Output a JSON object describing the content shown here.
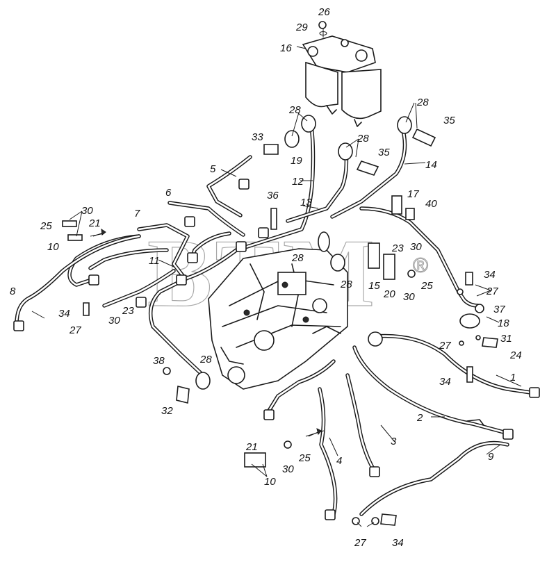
{
  "diagram": {
    "watermark": "BTM",
    "registered_mark": "®",
    "callouts": {
      "c26": "26",
      "c29": "29",
      "c16": "16",
      "c28a": "28",
      "c28b": "28",
      "c28c": "28",
      "c28d": "28",
      "c28e": "28",
      "c28f": "28",
      "c35a": "35",
      "c35b": "35",
      "c33": "33",
      "c19": "19",
      "c5": "5",
      "c12": "12",
      "c14": "14",
      "c6": "6",
      "c36": "36",
      "c13": "13",
      "c17": "17",
      "c40": "40",
      "c30a": "30",
      "c25a": "25",
      "c21a": "21",
      "c10a": "10",
      "c7": "7",
      "c11": "11",
      "c8": "8",
      "c34a": "34",
      "c27a": "27",
      "c23a": "23",
      "c30b": "30",
      "c23b": "23",
      "c30c": "30",
      "c15": "15",
      "c20": "20",
      "c30d": "30",
      "c25b": "25",
      "c34b": "34",
      "c27b": "27",
      "c37": "37",
      "c18": "18",
      "c27c": "27",
      "c31": "31",
      "c24": "24",
      "c34c": "34",
      "c1": "1",
      "c38": "38",
      "c32": "32",
      "c2": "2",
      "c3": "3",
      "c21b": "21",
      "c25c": "25",
      "c30e": "30",
      "c10b": "10",
      "c4": "4",
      "c9": "9",
      "c27d": "27",
      "c34d": "34"
    }
  }
}
